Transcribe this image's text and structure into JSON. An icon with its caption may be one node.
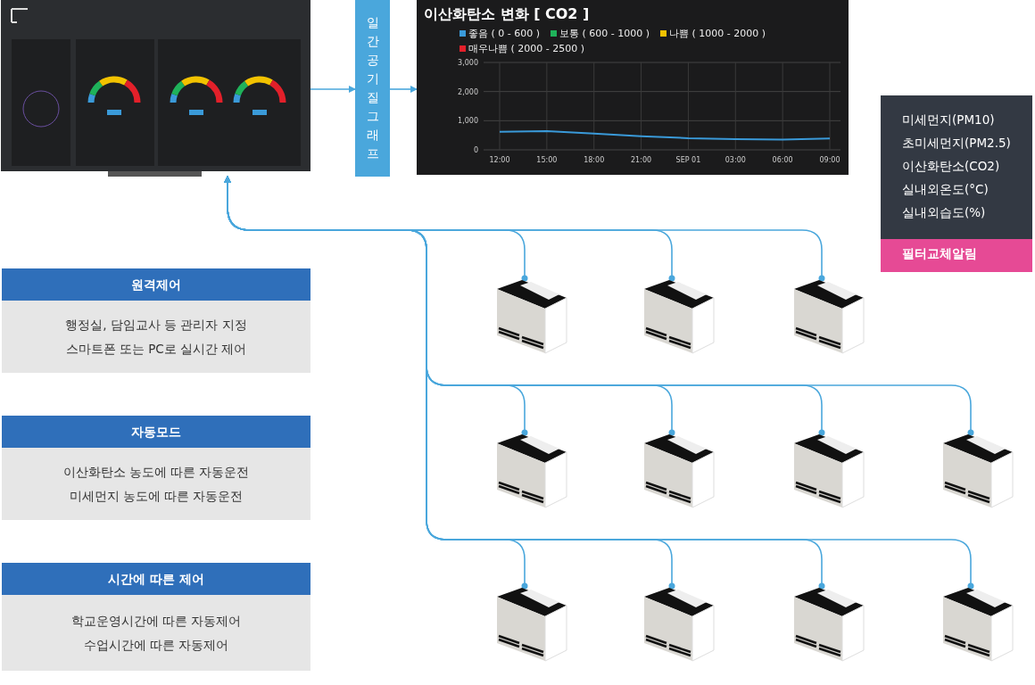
{
  "diagram": {
    "nodes": [
      {
        "text": [],
        "shape": "picture"
      },
      {
        "text": [
          "일간 공기질 그래프"
        ]
      },
      {
        "text": [
          "이산화탄소 변화 [ CO2 ]"
        ]
      },
      {
        "text": [
          "미세먼지(PM10)",
          "초미세먼지(PM2.5)",
          "이산화탄소(CO2)",
          "실내외온도(°C)",
          "실내외습도(%)"
        ]
      },
      {
        "text": [
          "필터교체알림"
        ]
      },
      {
        "text": [
          "원격제어",
          "행정실, 담임교사 등 관리자 지정 스마트폰 또는 PC로 실시간 제어"
        ]
      },
      {
        "text": [
          "자동모드",
          "이산화탄소 농도에 따른 자동운전 미세먼지 농도에 따른 자동운전"
        ]
      },
      {
        "text": [
          "시간에 따른 제어",
          "학교운영시간에 따른 자동제어 수업시간에 따른  자동제어"
        ]
      },
      {
        "text": [],
        "shape": "picture"
      },
      {
        "text": [],
        "shape": "picture"
      },
      {
        "text": [],
        "shape": "picture"
      },
      {
        "text": [],
        "shape": "picture"
      },
      {
        "text": [],
        "shape": "picture"
      },
      {
        "text": [],
        "shape": "picture"
      },
      {
        "text": [],
        "shape": "picture"
      },
      {
        "text": [],
        "shape": "picture"
      },
      {
        "text": [],
        "shape": "picture"
      },
      {
        "text": [],
        "shape": "picture"
      },
      {
        "text": [],
        "shape": "picture"
      }
    ],
    "edges": [
      {
        "from": 0,
        "to": 1,
        "arrow": "to"
      },
      {
        "from": 1,
        "to": 2,
        "arrow": "to"
      },
      {
        "from": 8,
        "to": 0,
        "arrow": "to"
      },
      {
        "from": 9,
        "to": 0,
        "arrow": "to"
      },
      {
        "from": 10,
        "to": 0,
        "arrow": "to"
      },
      {
        "from": 11,
        "to": 0,
        "arrow": "to"
      },
      {
        "from": 12,
        "to": 0,
        "arrow": "to"
      },
      {
        "from": 13,
        "to": 0,
        "arrow": "to"
      },
      {
        "from": 14,
        "to": 0,
        "arrow": "to"
      },
      {
        "from": 15,
        "to": 0,
        "arrow": "to"
      },
      {
        "from": 16,
        "to": 0,
        "arrow": "to"
      },
      {
        "from": 17,
        "to": 0,
        "arrow": "to"
      },
      {
        "from": 18,
        "to": 0,
        "arrow": "to"
      }
    ],
    "legend": [
      {
        "text": "좋음 ( 0 - 600 )",
        "color": "#3a9ad9"
      },
      {
        "text": "보통 ( 600 - 1000 )",
        "color": "#1fb25a"
      },
      {
        "text": "나쁨 ( 1000 - 2000 )",
        "color": "#f2c200"
      },
      {
        "text": "매우나쁨 ( 2000 - 2500 )",
        "color": "#e3202a"
      }
    ],
    "chart_data": {
      "type": "line",
      "categories": [
        "12:00",
        "15:00",
        "18:00",
        "21:00",
        "SEP 01",
        "03:00",
        "06:00",
        "09:00"
      ],
      "series": [
        {
          "color": "#3a9ad9",
          "values": [
            620,
            640,
            560,
            470,
            400,
            370,
            350,
            390
          ]
        }
      ],
      "ylim": [
        0,
        3000
      ],
      "grid": true,
      "yticks": [
        0,
        {
          "value": 1000,
          "label": "1,000"
        },
        {
          "value": 2000,
          "label": "2,000"
        },
        {
          "value": 3000,
          "label": "3,000"
        }
      ]
    }
  }
}
